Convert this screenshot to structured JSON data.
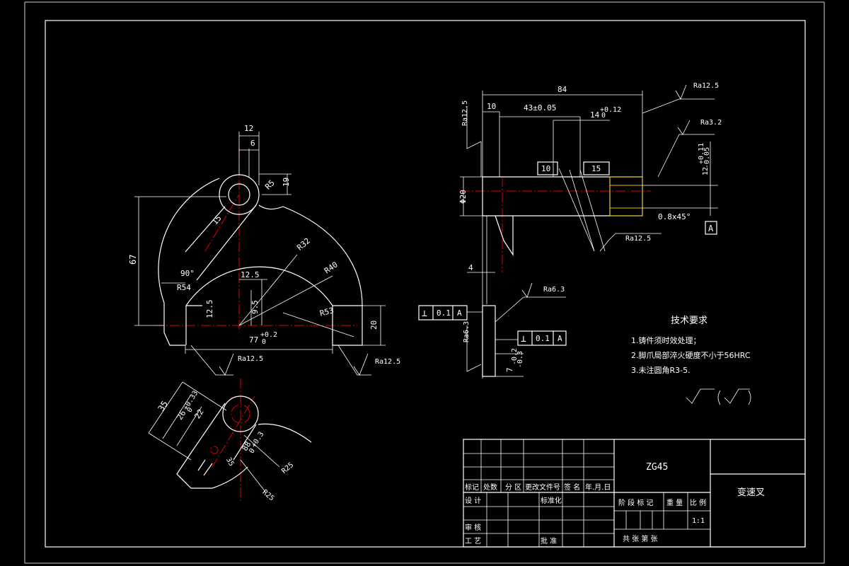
{
  "front_view": {
    "dims": {
      "d12": "12",
      "d6": "6",
      "d19": "19",
      "r5": "R5",
      "d15": "15",
      "r32": "R32",
      "r40": "R40",
      "d67": "67",
      "a90": "90°",
      "r54": "R54",
      "d12_5_top": "12.5",
      "d9_5": "9.5",
      "d12_5_left": "12.5",
      "r53": "R53",
      "d20": "20",
      "d77": "77",
      "d77_tol": "+0.2",
      "d77_tol2": "0"
    },
    "roughness": {
      "bottom_left": "Ra12.5",
      "bottom_right": "Ra12.5"
    }
  },
  "section_view": {
    "dims": {
      "d35": "35",
      "d26": "26",
      "d26_tol": "+0.33",
      "d26_tol2": "0",
      "d22": "22",
      "d88": "88",
      "d88_tol": "+0.3",
      "d88_tol2": "0",
      "r25": "R25",
      "r25b": "R25",
      "d35b": "35"
    }
  },
  "side_view": {
    "dims": {
      "d84": "84",
      "d10": "10",
      "d43": "43±0.05",
      "d14": "14",
      "d14_tol": "+0.12",
      "d14_tol2": "0",
      "d10_box": "10",
      "d15_box": "15",
      "phi20": "Φ20",
      "d4": "4",
      "chamfer": "0.8x45°",
      "d12_tol": "12",
      "d12_t1": "+0.11",
      "d12_t2": "-0.05",
      "d7": "7",
      "d7_t1": "-0.2",
      "d7_t2": "-0.3"
    },
    "roughness": {
      "top_right": "Ra12.5",
      "right_mid": "Ra3.2",
      "left_vert": "Ra12.5",
      "lower_mid": "Ra12.5",
      "lower_small": "Ra6.3",
      "bottom_vert": "Ra6.3"
    },
    "datum": "A",
    "tolerance_left": {
      "symbol": "⊥",
      "value": "0.1",
      "datum": "A"
    },
    "tolerance_right": {
      "symbol": "⊥",
      "value": "0.1",
      "datum": "A"
    }
  },
  "tech_req": {
    "title": "技术要求",
    "items": [
      "1.铸件须时效处理；",
      "2.脚爪局部淬火硬度不小于56HRC",
      "3.未注圆角R3-5."
    ]
  },
  "title_block": {
    "material": "ZG45",
    "part_name": "变速叉",
    "row_labels": [
      "标记",
      "处数",
      "分 区",
      "更改文件号",
      "签 名",
      "年.月.日"
    ],
    "design": "设 计",
    "standardize": "标准化",
    "review": "审 核",
    "process": "工 艺",
    "approve": "批 准",
    "stage": "阶 段 标 记",
    "weight": "重 量",
    "scale_label": "比 例",
    "scale": "1:1",
    "sheets": "共   张 第   张"
  }
}
